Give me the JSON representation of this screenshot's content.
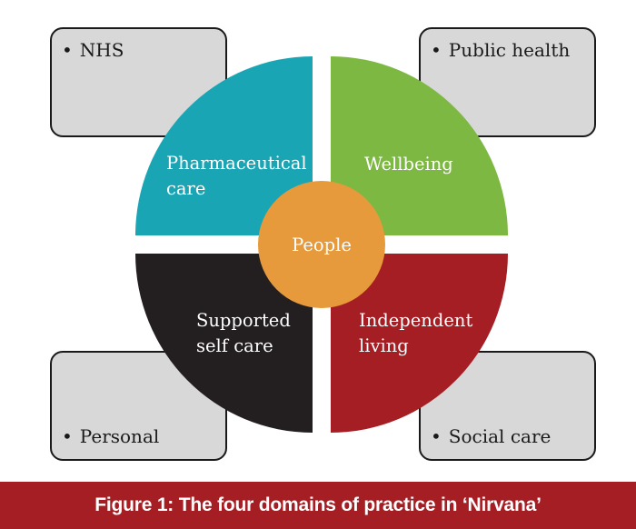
{
  "boxes": {
    "top_left": "NHS",
    "top_right": "Public health",
    "bottom_left": "Personal",
    "bottom_right": "Social care",
    "bullet": "•"
  },
  "quadrants": {
    "top_left": {
      "line1": "Pharmaceutical",
      "line2": "care",
      "color": "#1aa5b5"
    },
    "top_right": {
      "line1": "Wellbeing",
      "color": "#7db843"
    },
    "bottom_left": {
      "line1": "Supported",
      "line2": "self care",
      "color": "#231f20"
    },
    "bottom_right": {
      "line1": "Independent",
      "line2": "living",
      "color": "#a51e23"
    }
  },
  "center": {
    "label": "People",
    "color": "#e69a3b"
  },
  "caption": {
    "text": "Figure 1: The four domains of practice in ‘Nirvana’",
    "bar_color": "#a51e23"
  },
  "colors": {
    "box_fill": "#d8d8d8",
    "box_border": "#1a1a1a",
    "text_dark": "#1a1a1a"
  }
}
